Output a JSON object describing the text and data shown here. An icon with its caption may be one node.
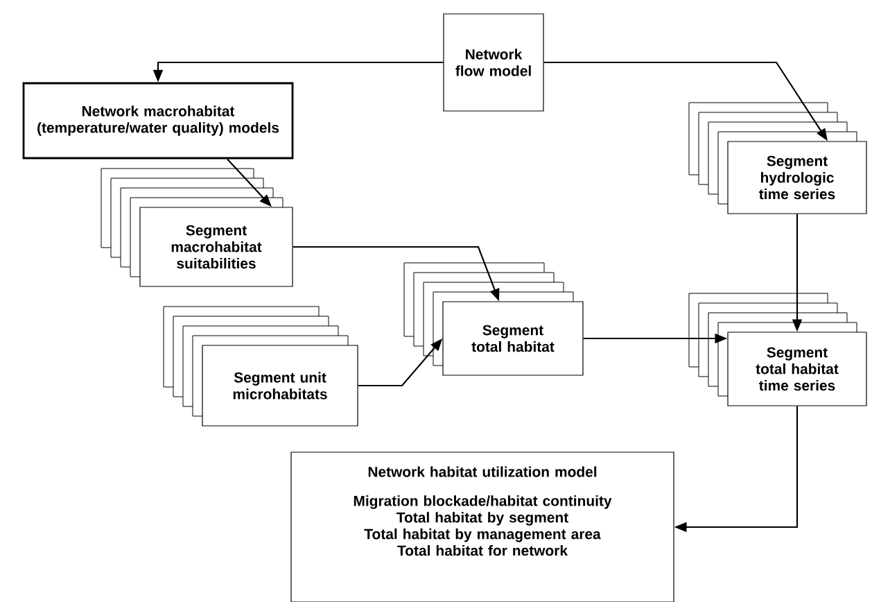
{
  "diagram": {
    "nodes": [
      {
        "text": [
          "Network flow model"
        ]
      },
      {
        "text": [
          "Network macrohabitat (temperature/water quality) models"
        ]
      },
      {
        "text": [
          "Segment macrohabitat suitabilities"
        ]
      },
      {
        "text": [
          "Segment hydrologic time series"
        ]
      },
      {
        "text": [
          "Segment unit microhabitats"
        ]
      },
      {
        "text": [
          "Segment total habitat"
        ]
      },
      {
        "text": [
          "Segment total habitat time series"
        ]
      },
      {
        "text": [
          "Network habitat utilization model",
          "Migration blockade/habitat continuity",
          "Total habitat by segment",
          "Total habitat by management area",
          "Total habitat for network"
        ]
      }
    ],
    "edges": [
      {
        "from": 0,
        "to": 1,
        "arrow": "to"
      },
      {
        "from": 0,
        "to": 3,
        "arrow": "to"
      },
      {
        "from": 1,
        "to": 2,
        "arrow": "to"
      },
      {
        "from": 2,
        "to": 5,
        "arrow": "to"
      },
      {
        "from": 4,
        "to": 5,
        "arrow": "to"
      },
      {
        "from": 5,
        "to": 6,
        "arrow": "to"
      },
      {
        "from": 3,
        "to": 6,
        "arrow": "to"
      },
      {
        "from": 6,
        "to": 7,
        "arrow": "to"
      }
    ]
  }
}
